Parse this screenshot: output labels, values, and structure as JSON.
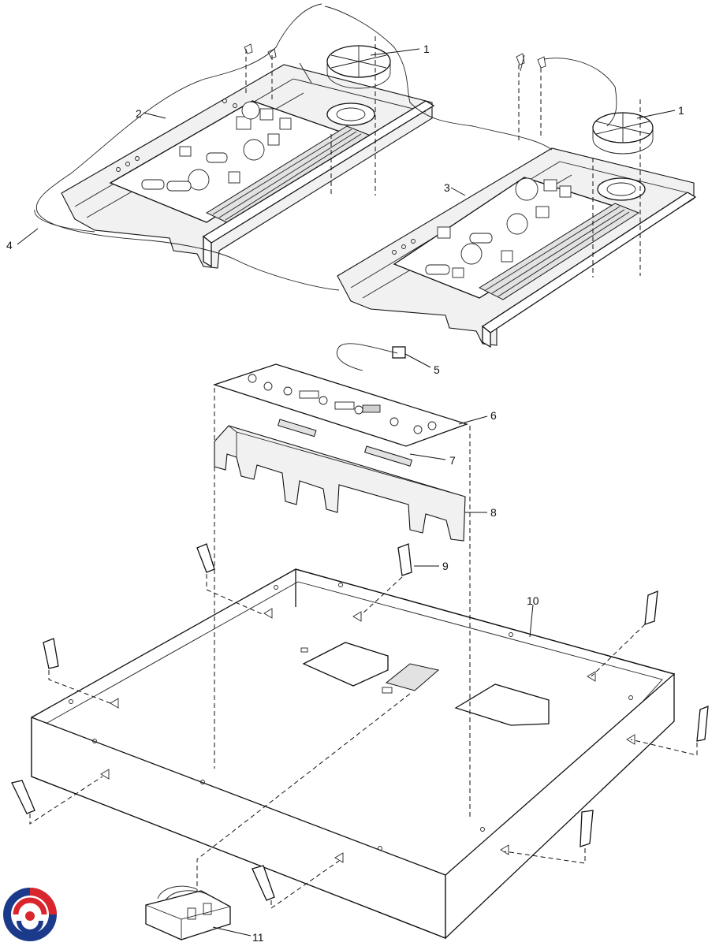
{
  "callouts": {
    "c1a": "1",
    "c1b": "1",
    "c2": "2",
    "c3": "3",
    "c4": "4",
    "c5": "5",
    "c6": "6",
    "c7": "7",
    "c8": "8",
    "c9": "9",
    "c10": "10",
    "c11": "11"
  },
  "logo": {
    "name": "brand-logo",
    "colors": [
      "#1b3a8c",
      "#d9252b"
    ]
  }
}
